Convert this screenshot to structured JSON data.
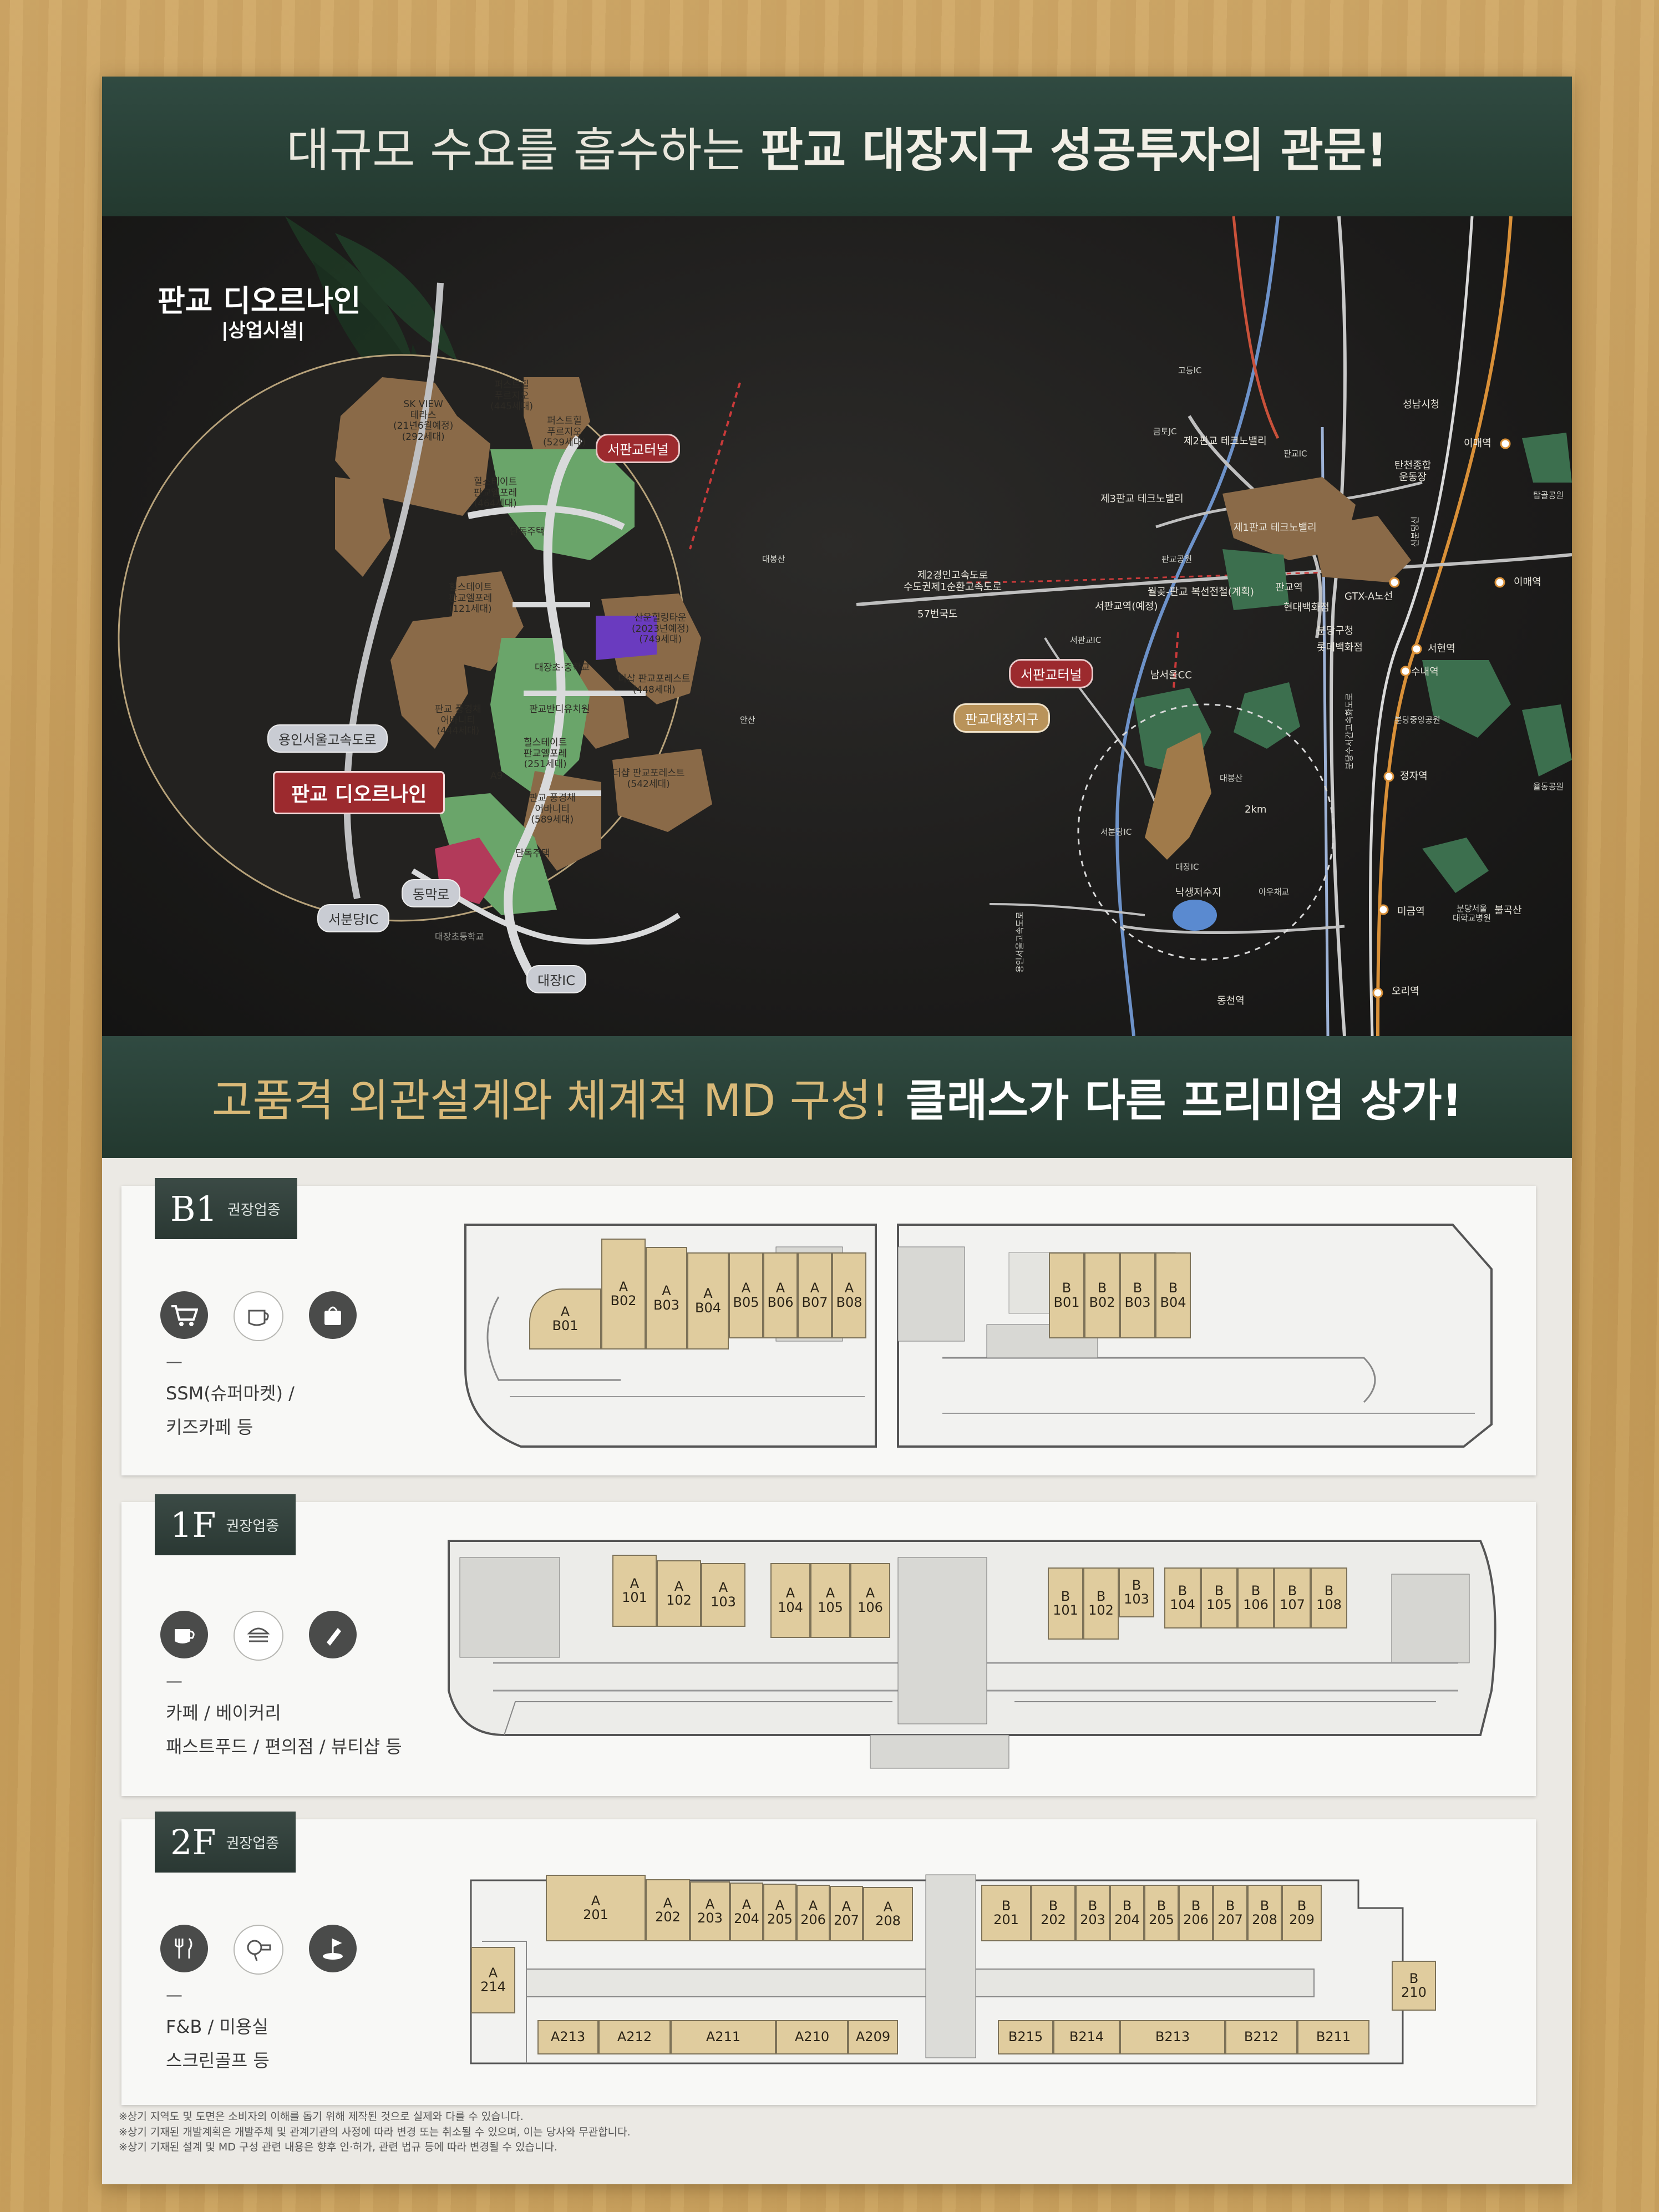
{
  "headline_top": {
    "part1": "대규모 수요를 흡수하는",
    "part2": "판교 대장지구 성공투자의 관문!"
  },
  "brand": {
    "name": "판교 디오르나인",
    "sub": "|상업시설|"
  },
  "headline_mid": {
    "part1": "고품격 외관설계와 체계적 MD 구성!",
    "part2": "클래스가 다른 프리미엄 상가!"
  },
  "circle_map": {
    "labels": [
      {
        "t": "퍼스트힐\n푸르지오\n(445세대)"
      },
      {
        "t": "SK VIEW\n테라스\n(21년6월예정)\n(292세대)"
      },
      {
        "t": "퍼스트힐\n푸르지오\n(529세대)"
      },
      {
        "t": "힐스테이트\n판교엘포레\n(464세대)"
      },
      {
        "t": "단독주택"
      },
      {
        "t": "힐스테이트\n판교엘포레\n(121세대)"
      },
      {
        "t": "산운힐링타운\n(2023년예정)\n(749세대)"
      },
      {
        "t": "대장초·중학교"
      },
      {
        "t": "더샵 판교포레스트\n(448세대)"
      },
      {
        "t": "판교반디유치원"
      },
      {
        "t": "판교 풍경채\n어바니티\n(444세대)"
      },
      {
        "t": "힐스테이트\n판교엘포레\n(251세대)"
      },
      {
        "t": "더샵 판교포레스트\n(542세대)"
      },
      {
        "t": "A9"
      },
      {
        "t": "판교 풍경채\n어바니티\n(589세대)"
      },
      {
        "t": "단독주택"
      },
      {
        "t": "대장초등학교"
      }
    ],
    "seopan_tunnel": "서판교터널",
    "yongin_expressway": "용인서울고속도로",
    "highlight": "판교 디오르나인",
    "seobundang_ic": "서분당IC",
    "dongmak_ro": "동막로",
    "daejang_ic": "대장IC",
    "daebongsan": "대봉산",
    "ansan": "안산"
  },
  "region_map": {
    "labels": [
      {
        "t": "고등IC"
      },
      {
        "t": "금토JC"
      },
      {
        "t": "제2판교 테크노밸리"
      },
      {
        "t": "판교IC"
      },
      {
        "t": "제3판교 테크노밸리"
      },
      {
        "t": "제1판교 테크노밸리"
      },
      {
        "t": "성남시청"
      },
      {
        "t": "탄천종합\n운동장"
      },
      {
        "t": "이매역"
      },
      {
        "t": "판교공원"
      },
      {
        "t": "제2경인고속도로\n수도권제1순환고속도로"
      },
      {
        "t": "57번국도"
      },
      {
        "t": "서판교IC"
      },
      {
        "t": "판교역"
      },
      {
        "t": "서판교역(예정)"
      },
      {
        "t": "월곶-판교 복선전철(계획)"
      },
      {
        "t": "현대백화점"
      },
      {
        "t": "GTX-A노선"
      },
      {
        "t": "이매역"
      },
      {
        "t": "분당구청"
      },
      {
        "t": "롯데백화점"
      },
      {
        "t": "서현역"
      },
      {
        "t": "수내역"
      },
      {
        "t": "남서울CC"
      },
      {
        "t": "분당중앙공원"
      },
      {
        "t": "정자역"
      },
      {
        "t": "2km"
      },
      {
        "t": "대장IC"
      },
      {
        "t": "서분당IC"
      },
      {
        "t": "낙생저수지"
      },
      {
        "t": "아우채교"
      },
      {
        "t": "미금역"
      },
      {
        "t": "분당서울\n대학교병원"
      },
      {
        "t": "오리역"
      },
      {
        "t": "동천역"
      },
      {
        "t": "율동공원"
      },
      {
        "t": "탑골공원"
      },
      {
        "t": "불곡산"
      },
      {
        "t": "대봉산"
      },
      {
        "t": "서판교터널"
      },
      {
        "t": "판교대장지구"
      },
      {
        "t": "용인서울고속도로"
      },
      {
        "t": "분당수서간고속화도로"
      },
      {
        "t": "신분당선"
      }
    ]
  },
  "floors": [
    {
      "floor": "B1",
      "sub": "권장업종",
      "desc_dash": "—",
      "desc": "SSM(슈퍼마켓) /\n키즈카페 등",
      "icons": [
        "cart-icon",
        "coffee-cup-icon",
        "bag-icon"
      ],
      "units_a": [
        "A\nB01",
        "A\nB02",
        "A\nB03",
        "A\nB04",
        "A\nB05",
        "A\nB06",
        "A\nB07",
        "A\nB08"
      ],
      "units_b": [
        "B\nB01",
        "B\nB02",
        "B\nB03",
        "B\nB04"
      ]
    },
    {
      "floor": "1F",
      "sub": "권장업종",
      "desc_dash": "—",
      "desc": "카페 / 베이커리\n패스트푸드 / 편의점 / 뷰티샵 등",
      "icons": [
        "coffee-icon",
        "burger-icon",
        "lipstick-icon"
      ],
      "units_a": [
        "A\n101",
        "A\n102",
        "A\n103",
        "A\n104",
        "A\n105",
        "A\n106"
      ],
      "units_b": [
        "B\n101",
        "B\n102",
        "B\n103",
        "B\n104",
        "B\n105",
        "B\n106",
        "B\n107",
        "B\n108"
      ]
    },
    {
      "floor": "2F",
      "sub": "권장업종",
      "desc_dash": "—",
      "desc": "F&B / 미용실\n스크린골프 등",
      "icons": [
        "utensils-icon",
        "hair-dryer-icon",
        "golf-icon"
      ],
      "units_a_top": [
        "A\n201",
        "A\n202",
        "A\n203",
        "A\n204",
        "A\n205",
        "A\n206",
        "A\n207",
        "A\n208"
      ],
      "units_b_top": [
        "B\n201",
        "B\n202",
        "B\n203",
        "B\n204",
        "B\n205",
        "B\n206",
        "B\n207",
        "B\n208",
        "B\n209"
      ],
      "unit_a214": "A\n214",
      "unit_b210": "B\n210",
      "units_a_bottom": [
        "A213",
        "A212",
        "A211",
        "A210",
        "A209"
      ],
      "units_b_bottom": [
        "B215",
        "B214",
        "B213",
        "B212",
        "B211"
      ]
    }
  ],
  "footnotes": [
    "※상기 지역도 및 도면은 소비자의 이해를 돕기 위해 제작된 것으로 실제와 다를 수 있습니다.",
    "※상기 기재된 개발계획은 개발주체 및 관계기관의 사정에 따라 변경 또는 취소될 수 있으며, 이는 당사와 무관합니다.",
    "※상기 기재된 설계 및 MD 구성 관련 내용은 향후 인·허가, 관련 법규 등에 따라 변경될 수 있습니다."
  ],
  "colors": {
    "band": "#2a4038",
    "unit": "#e0cc9e",
    "highlight_red": "#9c2a2e",
    "map_brown": "#8a6a48",
    "map_green": "#6aa56a"
  }
}
